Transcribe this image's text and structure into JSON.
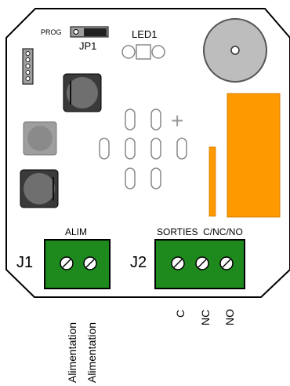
{
  "board": {
    "prog_label": "PROG",
    "jp1_label": "JP1",
    "led1_label": "LED1",
    "plus_sign": "+",
    "alim_header": "ALIM",
    "sorties_header": "SORTIES  C/NC/NO",
    "j1_label": "J1",
    "j2_label": "J2"
  },
  "wires": {
    "j1": [
      "Alimentation",
      "Alimentation"
    ],
    "j2": [
      "C",
      "NC",
      "NO"
    ]
  },
  "colors": {
    "board_outline": "#000000",
    "terminal_green": "#1e8a1e",
    "relay_orange": "#ff9900",
    "capacitor_dark": "#3a3a3a",
    "buzzer_grey": "#bdbdbd"
  }
}
